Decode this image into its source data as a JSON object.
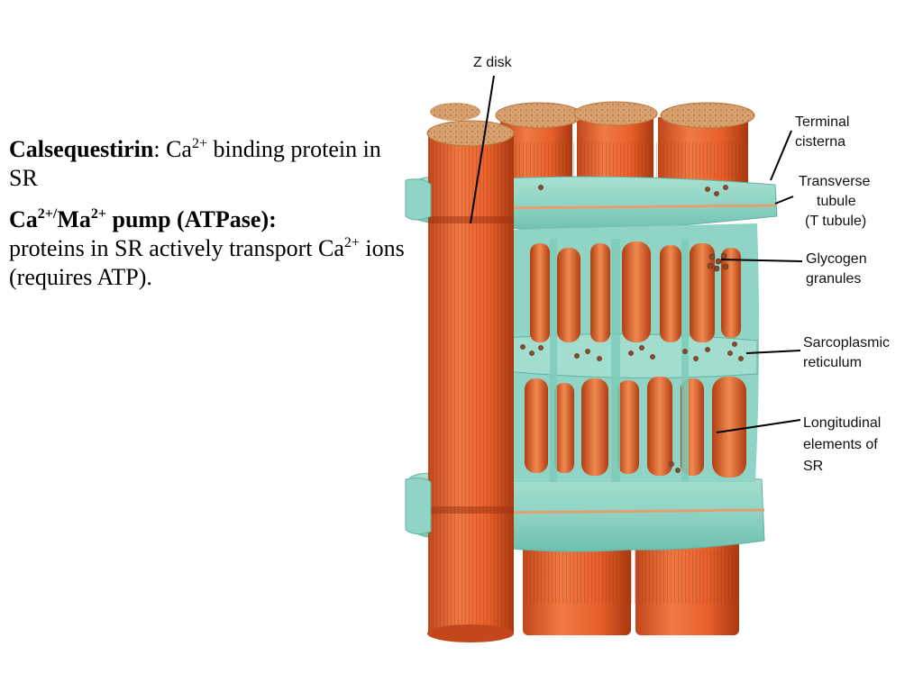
{
  "text": {
    "calsequestrin_term": "Calsequestirin",
    "calsequestrin_def_a": ": Ca",
    "calsequestrin_sup": "2+",
    "calsequestrin_def_b": " binding protein in SR",
    "pump_a": "Ca",
    "pump_sup1": "2+/",
    "pump_b": "Ma",
    "pump_sup2": "2+",
    "pump_c": " pump (ATPase):",
    "pump_desc_a": "proteins in SR actively transport Ca",
    "pump_desc_sup": "2+",
    "pump_desc_b": " ions (requires ATP)."
  },
  "labels": {
    "z_disk": "Z disk",
    "terminal_1": "Terminal",
    "terminal_2": "cisterna",
    "transverse_1": "Transverse",
    "transverse_2": "tubule",
    "transverse_3": "(T tubule)",
    "glycogen_1": "Glycogen",
    "glycogen_2": "granules",
    "sarco_1": "Sarcoplasmic",
    "sarco_2": "reticulum",
    "long_1": "Longitudinal",
    "long_2": "elements of",
    "long_3": "SR"
  },
  "colors": {
    "muscle_orange": "#e8602c",
    "muscle_dark": "#b8401a",
    "muscle_top": "#d9a070",
    "sr_teal": "#8fd4c4",
    "sr_teal_dark": "#5fb3a3"
  }
}
